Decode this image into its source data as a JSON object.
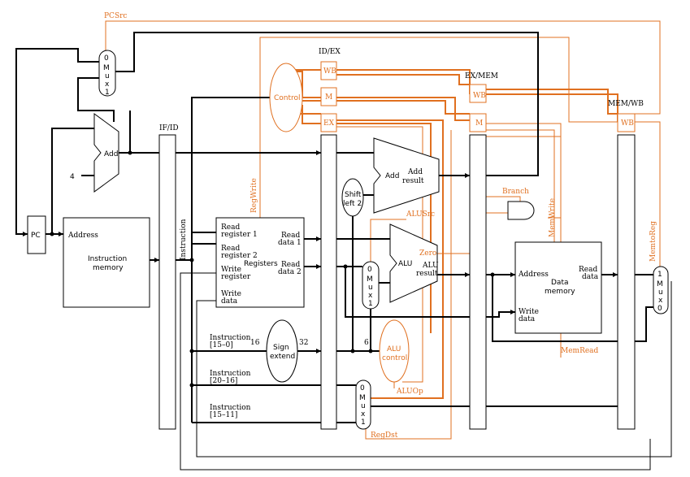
{
  "pipeline_registers": {
    "if_id": "IF/ID",
    "id_ex": "ID/EX",
    "ex_mem": "EX/MEM",
    "mem_wb": "MEM/WB"
  },
  "stage_fields": {
    "wb": "WB",
    "m": "M",
    "ex": "EX"
  },
  "units": {
    "pc": "PC",
    "add": "Add",
    "four": "4",
    "instr_mem_addr": "Address",
    "instr_mem_line1": "Instruction",
    "instr_mem_line2": "memory",
    "instruction_bus": "Instruction",
    "control": "Control",
    "reg_read1_a": "Read",
    "reg_read1_b": "register 1",
    "reg_read2_a": "Read",
    "reg_read2_b": "register 2",
    "reg_write_reg_a": "Write",
    "reg_write_reg_b": "register",
    "reg_write_data_a": "Write",
    "reg_write_data_b": "data",
    "reg_title": "Registers",
    "reg_rd1_a": "Read",
    "reg_rd1_b": "data 1",
    "reg_rd2_a": "Read",
    "reg_rd2_b": "data 2",
    "sign_a": "Sign",
    "sign_b": "extend",
    "sixteen": "16",
    "thirtytwo": "32",
    "six": "6",
    "instr_15_0_a": "Instruction",
    "instr_15_0_b": "[15–0]",
    "instr_20_16_a": "Instruction",
    "instr_20_16_b": "[20–16]",
    "instr_15_11_a": "Instruction",
    "instr_15_11_b": "[15–11]",
    "shift_a": "Shift",
    "shift_b": "left 2",
    "add_result_a": "Add",
    "add_result_b": "result",
    "alu": "ALU",
    "zero": "Zero",
    "alu_result_a": "ALU",
    "alu_result_b": "result",
    "alu_ctrl_a": "ALU",
    "alu_ctrl_b": "control",
    "dm_addr": "Address",
    "dm_read_a": "Read",
    "dm_read_b": "data",
    "dm_title_a": "Data",
    "dm_title_b": "memory",
    "dm_write_a": "Write",
    "dm_write_b": "data"
  },
  "mux_labels": {
    "zero": "0",
    "one": "1",
    "m": "M",
    "u": "u",
    "x": "x"
  },
  "control_signals": {
    "pcsrc": "PCSrc",
    "regwrite": "RegWrite",
    "branch": "Branch",
    "memwrite": "MemWrite",
    "memtoreg": "MemtoReg",
    "alusrc": "ALUSrc",
    "memread": "MemRead",
    "aluop": "ALUOp",
    "regdst": "RegDst"
  },
  "colors": {
    "control": "#e07020",
    "datapath": "#000000"
  }
}
